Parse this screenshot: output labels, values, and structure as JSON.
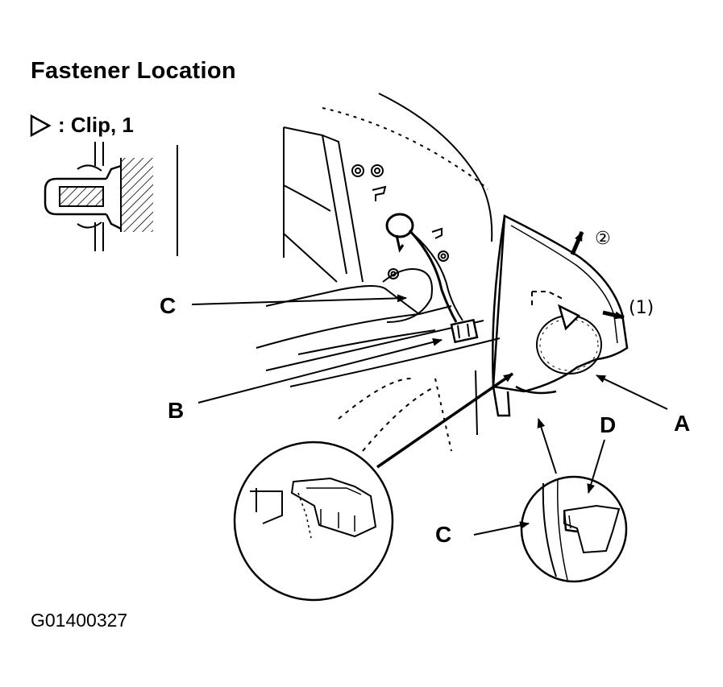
{
  "title": "Fastener Location",
  "legend": {
    "symbol": "triangle-outline-icon",
    "text": ": Clip, 1"
  },
  "labels": {
    "a": "A",
    "b": "B",
    "c_upper": "C",
    "c_lower": "C",
    "d": "D"
  },
  "steps": {
    "one": "(1)",
    "two": "②"
  },
  "figure_id": "G01400327"
}
